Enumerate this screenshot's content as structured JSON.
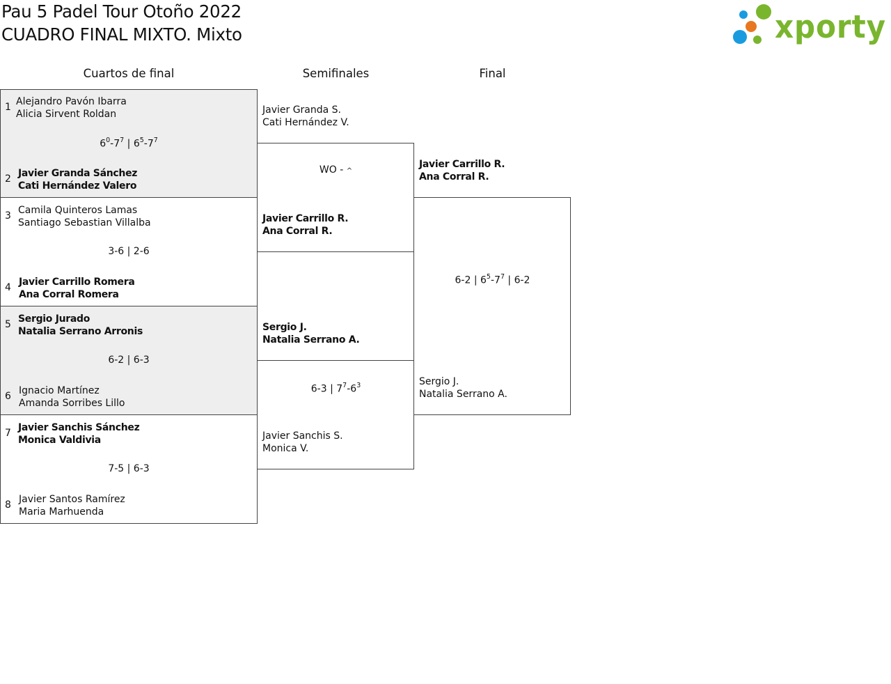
{
  "header": {
    "title_line1": "Pau 5 Padel Tour Otoño 2022",
    "title_line2": "CUADRO FINAL MIXTO. Mixto",
    "logo_text": "xporty",
    "logo_colors": {
      "text": "#7ab52e",
      "dot_blue": "#1a9be0",
      "dot_orange": "#e87722",
      "dot_green": "#7ab52e"
    }
  },
  "rounds": {
    "quarterfinals": "Cuartos de final",
    "semifinals": "Semifinales",
    "final": "Final"
  },
  "quarterfinals": [
    {
      "top": {
        "seed": "1",
        "p1": "Alejandro Pavón Ibarra",
        "p2": "Alicia Sirvent Roldan",
        "winner": false
      },
      "bottom": {
        "seed": "2",
        "p1": "Javier Granda Sánchez",
        "p2": "Cati Hernández Valero",
        "winner": true
      },
      "score": [
        {
          "g": "6",
          "tb": "0",
          "sep": "-"
        },
        {
          "g": "7",
          "tb": "7",
          "sep": " | "
        },
        {
          "g": "6",
          "tb": "5",
          "sep": "-"
        },
        {
          "g": "7",
          "tb": "7",
          "sep": ""
        }
      ]
    },
    {
      "top": {
        "seed": "3",
        "p1": "Camila Quinteros Lamas",
        "p2": "Santiago Sebastian Villalba",
        "winner": false
      },
      "bottom": {
        "seed": "4",
        "p1": "Javier Carrillo Romera",
        "p2": "Ana Corral Romera",
        "winner": true
      },
      "score": [
        {
          "g": "3-6 | 2-6",
          "tb": "",
          "sep": ""
        }
      ]
    },
    {
      "top": {
        "seed": "5",
        "p1": "Sergio Jurado",
        "p2": "Natalia Serrano Arronis",
        "winner": true
      },
      "bottom": {
        "seed": "6",
        "p1": "Ignacio Martínez",
        "p2": "Amanda Sorribes Lillo",
        "winner": false
      },
      "score": [
        {
          "g": "6-2 | 6-3",
          "tb": "",
          "sep": ""
        }
      ]
    },
    {
      "top": {
        "seed": "7",
        "p1": "Javier Sanchis Sánchez",
        "p2": "Monica Valdivia",
        "winner": true
      },
      "bottom": {
        "seed": "8",
        "p1": "Javier Santos Ramírez",
        "p2": "Maria Marhuenda",
        "winner": false
      },
      "score": [
        {
          "g": "7-5 | 6-3",
          "tb": "",
          "sep": ""
        }
      ]
    }
  ],
  "semifinals": [
    {
      "top": {
        "p1": "Javier Granda S.",
        "p2": "Cati Hernández V.",
        "winner": false
      },
      "bottom": {
        "p1": "Javier Carrillo R.",
        "p2": "Ana Corral R.",
        "winner": true
      },
      "score": [
        {
          "g": "WO - ",
          "tb": "",
          "sep": ""
        },
        {
          "g": "^",
          "tb": "",
          "sep": ""
        }
      ]
    },
    {
      "top": {
        "p1": "Sergio J.",
        "p2": "Natalia Serrano A.",
        "winner": true
      },
      "bottom": {
        "p1": "Javier Sanchis S.",
        "p2": "Monica V.",
        "winner": false
      },
      "score": [
        {
          "g": "6-3 | 7",
          "tb": "7",
          "sep": "-"
        },
        {
          "g": "6",
          "tb": "3",
          "sep": ""
        }
      ]
    }
  ],
  "final": {
    "top": {
      "p1": "Javier Carrillo R.",
      "p2": "Ana Corral R.",
      "winner": true
    },
    "bottom": {
      "p1": "Sergio J.",
      "p2": "Natalia Serrano A.",
      "winner": false
    },
    "score": [
      {
        "g": "6-2 | 6",
        "tb": "5",
        "sep": "-"
      },
      {
        "g": "7",
        "tb": "7",
        "sep": " | 6-2"
      }
    ]
  }
}
